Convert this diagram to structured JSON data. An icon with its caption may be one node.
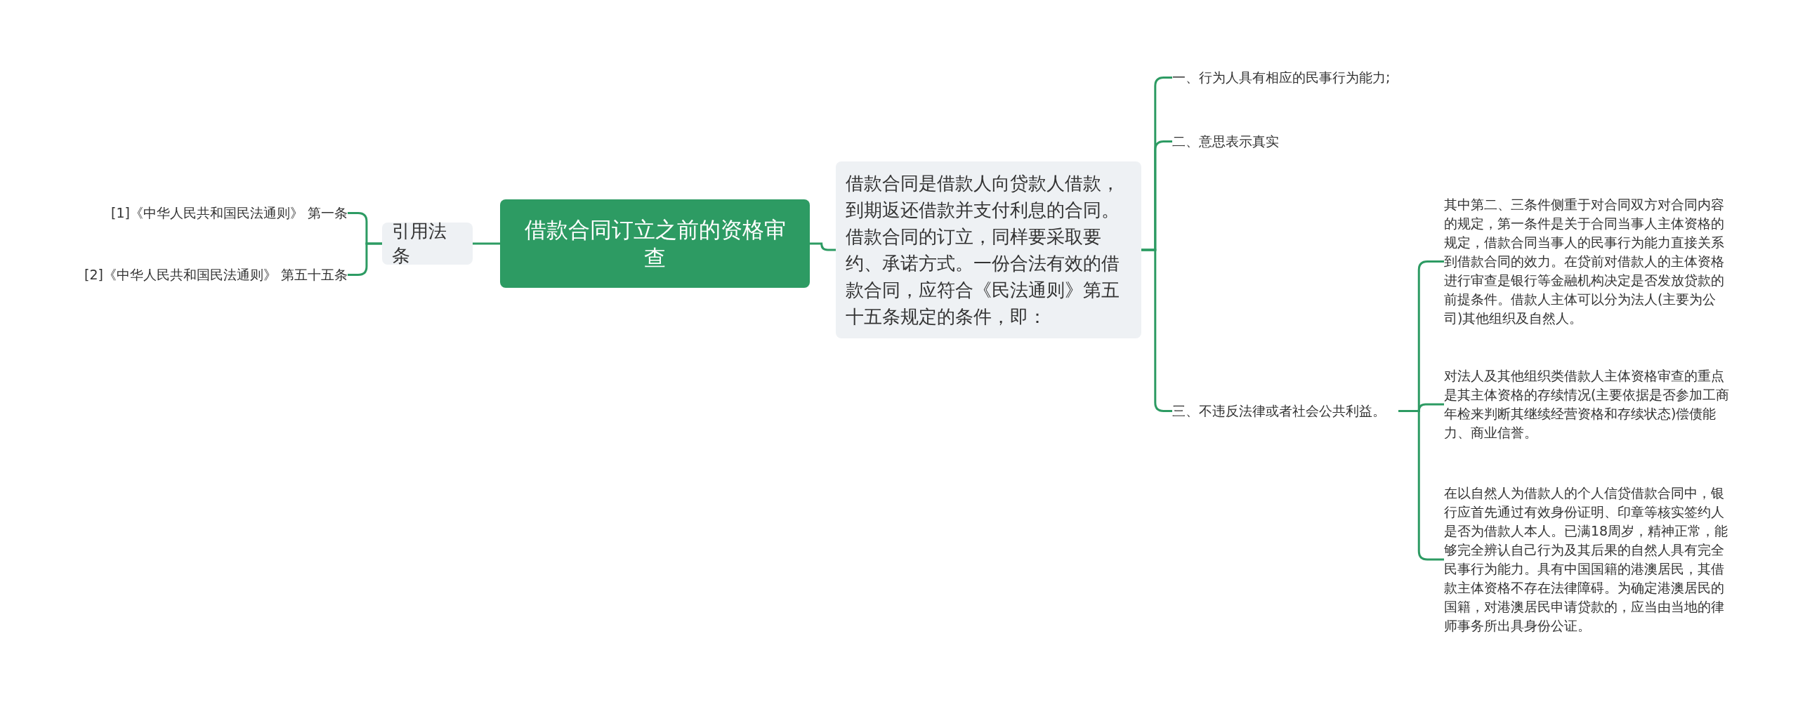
{
  "diagram": {
    "nodes": [
      {
        "text": [
          "借款合同订立之前的资格审查"
        ]
      },
      {
        "text": [
          "引用法条"
        ]
      },
      {
        "text": [
          "[1]《中华人民共和国民法通则》 第一条"
        ]
      },
      {
        "text": [
          "[2]《中华人民共和国民法通则》 第五十五条"
        ]
      },
      {
        "text": [
          "借款合同是借款人向贷款人借款，到期返还借款并支付利息的合同。借款合同的订立，同样要采取要约、承诺方式。一份合法有效的借款合同，应符合《民法通则》第五十五条规定的条件，即："
        ]
      },
      {
        "text": [
          "一、行为人具有相应的民事行为能力;"
        ]
      },
      {
        "text": [
          "二、意思表示真实"
        ]
      },
      {
        "text": [
          "三、不违反法律或者社会公共利益。"
        ]
      },
      {
        "text": [
          "其中第二、三条件侧重于对合同双方对合同内容的规定，第一条件是关于合同当事人主体资格的规定，借款合同当事人的民事行为能力直接关系到借款合同的效力。在贷前对借款人的主体资格进行审查是银行等金融机构决定是否发放贷款的前提条件。借款人主体可以分为法人(主要为公司)其他组织及自然人。"
        ]
      },
      {
        "text": [
          "对法人及其他组织类借款人主体资格审查的重点是其主体资格的存续情况(主要依据是否参加工商年检来判断其继续经营资格和存续状态)偿债能力、商业信誉。"
        ]
      },
      {
        "text": [
          "在以自然人为借款人的个人信贷借款合同中，银行应首先通过有效身份证明、印章等核实签约人是否为借款人本人。已满18周岁，精神正常，能够完全辨认自己行为及其后果的自然人具有完全民事行为能力。具有中国国籍的港澳居民，其借款主体资格不存在法律障碍。为确定港澳居民的国籍，对港澳居民申请贷款的，应当由当地的律师事务所出具身份公证。"
        ]
      }
    ],
    "edges": [
      {
        "from": 0,
        "to": 1,
        "arrow": "none"
      },
      {
        "from": 1,
        "to": 2,
        "arrow": "none"
      },
      {
        "from": 1,
        "to": 3,
        "arrow": "none"
      },
      {
        "from": 0,
        "to": 4,
        "arrow": "none"
      },
      {
        "from": 4,
        "to": 5,
        "arrow": "none"
      },
      {
        "from": 4,
        "to": 6,
        "arrow": "none"
      },
      {
        "from": 4,
        "to": 7,
        "arrow": "none"
      },
      {
        "from": 7,
        "to": 8,
        "arrow": "none"
      },
      {
        "from": 7,
        "to": 9,
        "arrow": "none"
      },
      {
        "from": 7,
        "to": 10,
        "arrow": "none"
      }
    ]
  }
}
